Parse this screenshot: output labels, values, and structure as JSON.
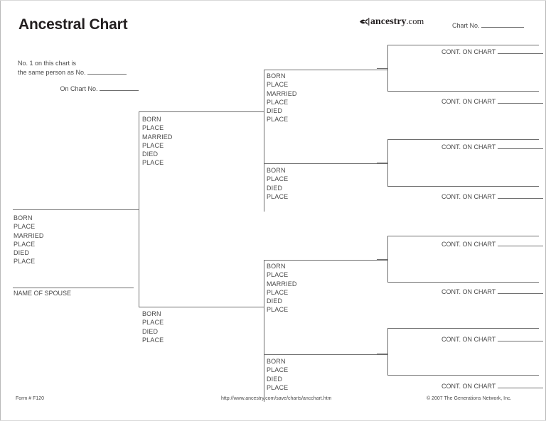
{
  "page": {
    "title": "Ancestral Chart",
    "accent_color": "#231f20",
    "line_color": "#6e6e6e",
    "text_color": "#4a4a4a"
  },
  "logo": {
    "mark_name": "ancestry-leaf-icon",
    "word_bold": "ancestry",
    "word_light": ".com"
  },
  "header": {
    "chart_no_label": "Chart No."
  },
  "note": {
    "line1": "No. 1 on this chart is",
    "line2": "the same person as No.",
    "line3": "On Chart No."
  },
  "person1": {
    "fields": [
      "BORN",
      "PLACE",
      "MARRIED",
      "PLACE",
      "DIED",
      "PLACE"
    ],
    "spouse_label": "NAME OF SPOUSE"
  },
  "generation2": [
    {
      "fields": [
        "BORN",
        "PLACE",
        "MARRIED",
        "PLACE",
        "DIED",
        "PLACE"
      ]
    },
    {
      "fields": [
        "BORN",
        "PLACE",
        "DIED",
        "PLACE"
      ]
    }
  ],
  "generation3": [
    {
      "fields": [
        "BORN",
        "PLACE",
        "MARRIED",
        "PLACE",
        "DIED",
        "PLACE"
      ]
    },
    {
      "fields": [
        "BORN",
        "PLACE",
        "DIED",
        "PLACE"
      ]
    },
    {
      "fields": [
        "BORN",
        "PLACE",
        "MARRIED",
        "PLACE",
        "DIED",
        "PLACE"
      ]
    },
    {
      "fields": [
        "BORN",
        "PLACE",
        "DIED",
        "PLACE"
      ]
    }
  ],
  "generation4": [
    {
      "cont_top": "CONT. ON CHART",
      "cont_bottom": "CONT. ON CHART"
    },
    {
      "cont_top": "CONT. ON CHART",
      "cont_bottom": "CONT. ON CHART"
    },
    {
      "cont_top": "CONT. ON CHART",
      "cont_bottom": "CONT. ON CHART"
    },
    {
      "cont_top": "CONT. ON CHART",
      "cont_bottom": "CONT. ON CHART"
    }
  ],
  "footer": {
    "form_no": "Form # F120",
    "url": "http://www.ancestry.com/save/charts/ancchart.htm",
    "copyright": "© 2007 The Generations Network, Inc."
  }
}
